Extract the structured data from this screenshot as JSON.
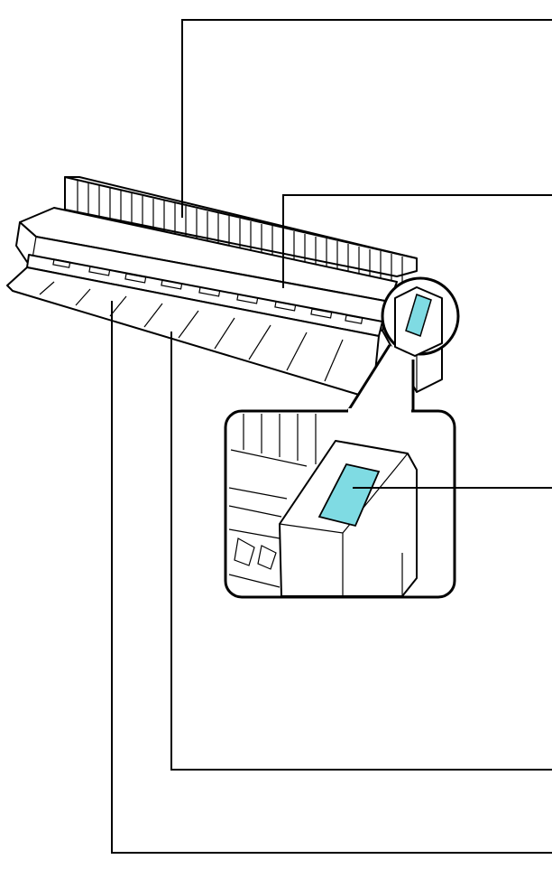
{
  "figure": {
    "subject": "scanner-with-paper-guide-and-indicator-callouts",
    "colors": {
      "line": "#000000",
      "body_fill": "#ffffff",
      "indicator": "#7fdbe3",
      "indicator_stroke": "#000000",
      "shadow": "#f2f2f2"
    },
    "callouts": [
      {
        "id": "paper-guide",
        "label": ""
      },
      {
        "id": "top-cover",
        "label": ""
      },
      {
        "id": "status-indicator",
        "label": ""
      },
      {
        "id": "feed-slot",
        "label": ""
      },
      {
        "id": "output-tray",
        "label": ""
      }
    ]
  }
}
